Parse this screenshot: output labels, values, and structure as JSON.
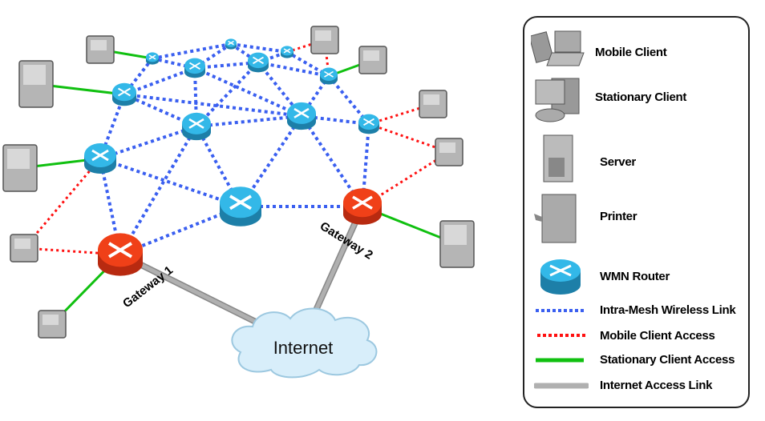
{
  "legend": {
    "items": [
      {
        "label": "Mobile Client",
        "icon": "mobile-client-icon"
      },
      {
        "label": "Stationary Client",
        "icon": "stationary-client-icon"
      },
      {
        "label": "Server",
        "icon": "server-icon"
      },
      {
        "label": "Printer",
        "icon": "printer-icon"
      },
      {
        "label": "WMN Router",
        "icon": "router-icon"
      },
      {
        "label": "Intra-Mesh Wireless Link",
        "icon": "blue-dotted-line-icon"
      },
      {
        "label": "Mobile Client Access",
        "icon": "red-dotted-line-icon"
      },
      {
        "label": "Stationary Client Access",
        "icon": "green-line-icon"
      },
      {
        "label": "Internet Access Link",
        "icon": "grey-line-icon"
      }
    ]
  },
  "diagram": {
    "gateway1_label": "Gateway 1",
    "gateway2_label": "Gateway 2",
    "internet_label": "Internet"
  },
  "colors": {
    "mesh_link": "#3a5ff0",
    "mobile_access": "#ff1010",
    "stationary_access": "#10c010",
    "internet_link": "#b0b0b0",
    "router": "#33b8e8",
    "router_side": "#1d7fa8",
    "gateway": "#f04018",
    "gateway_side": "#b82a10",
    "cloud": "#d8eefa"
  }
}
